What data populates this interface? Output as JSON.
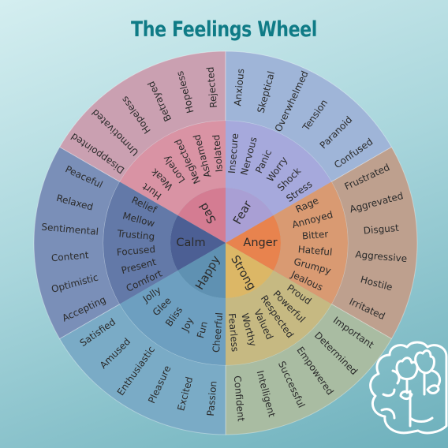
{
  "title": "The Feelings Wheel",
  "wheel": {
    "sections": [
      {
        "core": "Sad",
        "color_core": "#d47c92",
        "color_mid": "#d993a4",
        "color_outer": "#caa0b1",
        "middle": [
          "Hurt",
          "Weak",
          "Lonely",
          "Neglected",
          "Ashamed",
          "Isolated"
        ],
        "outer": [
          "Disappointed",
          "Unmotivated",
          "Hopeless",
          "Betrayed",
          "Hopeless",
          "Rejected"
        ]
      },
      {
        "core": "Fear",
        "color_core": "#a99fd4",
        "color_mid": "#a6a9dc",
        "color_outer": "#9fb5d8",
        "middle": [
          "Insecure",
          "Nervous",
          "Panic",
          "Worry",
          "Shock",
          "Stress"
        ],
        "outer": [
          "Anxious",
          "Skeptical",
          "Overwhelmed",
          "Tension",
          "Paranoid",
          "Confused"
        ]
      },
      {
        "core": "Anger",
        "color_core": "#e8834e",
        "color_mid": "#d99a72",
        "color_outer": "#bea08e",
        "middle": [
          "Rage",
          "Annoyed",
          "Bitter",
          "Hateful",
          "Grumpy",
          "Jealous"
        ],
        "outer": [
          "Frustrated",
          "Aggrevated",
          "Disgust",
          "Aggressive",
          "Hostile",
          "Irritated"
        ]
      },
      {
        "core": "Strong",
        "color_core": "#dcb766",
        "color_mid": "#c6b982",
        "color_outer": "#a9bca2",
        "middle": [
          "Proud",
          "Powerful",
          "Respected",
          "Valued",
          "Worthy",
          "Fearless"
        ],
        "outer": [
          "Important",
          "Determined",
          "Empowered",
          "Successful",
          "Intelligent",
          "Confident"
        ]
      },
      {
        "core": "Happy",
        "color_core": "#5f91b2",
        "color_mid": "#6d9fc0",
        "color_outer": "#7aabc6",
        "middle": [
          "Cheerful",
          "Fun",
          "Joy",
          "Bliss",
          "Glee",
          "Jolly"
        ],
        "outer": [
          "Passion",
          "Excited",
          "Pleasure",
          "Enthusiastic",
          "Amused",
          "Satisfied"
        ]
      },
      {
        "core": "Calm",
        "color_core": "#4c5f94",
        "color_mid": "#6379a8",
        "color_outer": "#7a8fb8",
        "middle": [
          "Comfort",
          "Present",
          "Focused",
          "Trusting",
          "Mellow",
          "Relief"
        ],
        "outer": [
          "Accepting",
          "Optimistic",
          "Content",
          "Sentimental",
          "Relaxed",
          "Peaceful"
        ]
      }
    ]
  },
  "logo": {
    "icon": "brain-flower-icon",
    "color": "#ffffff"
  }
}
